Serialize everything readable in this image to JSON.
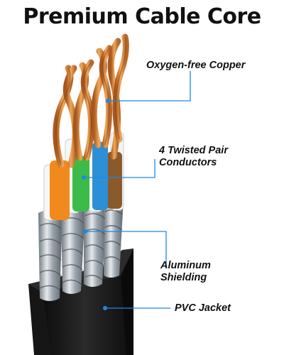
{
  "title": "Premium Cable Core",
  "callouts": {
    "copper": "Oxygen-free Copper",
    "twisted": [
      "4 Twisted Pair",
      "Conductors"
    ],
    "shielding": [
      "Aluminum",
      "Shielding"
    ],
    "jacket": "PVC Jacket"
  },
  "colors": {
    "callout_line": "#1e88e5",
    "jacket": "#1c1c1c",
    "copper": "#d8893a",
    "insulation_orange": "#f08a1c",
    "insulation_green": "#3dbb4a",
    "insulation_blue": "#2d8fd6",
    "insulation_brown": "#8b5a2b",
    "shield": "#9aa3ab"
  }
}
